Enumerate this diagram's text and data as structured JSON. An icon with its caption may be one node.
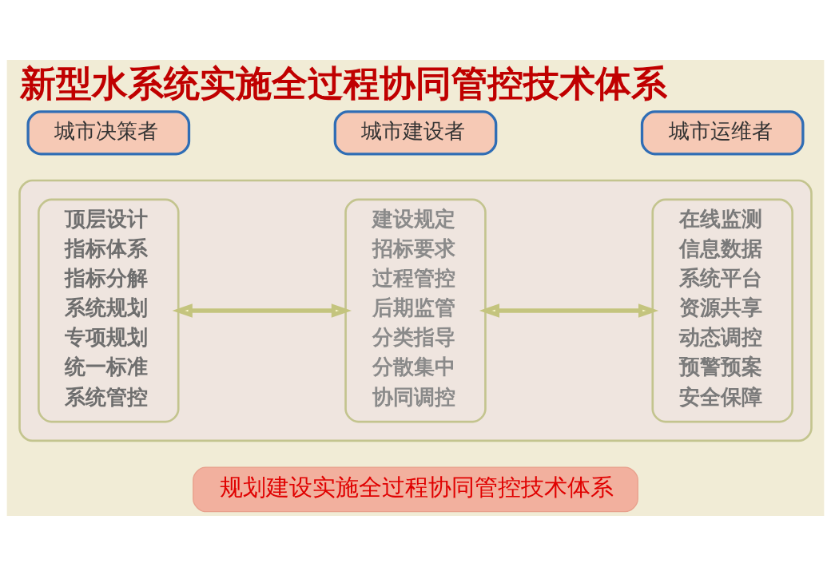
{
  "diagram": {
    "title": "新型水系统实施全过程协同管控技术体系",
    "nodes": [
      {
        "text": [
          "城市决策者"
        ]
      },
      {
        "text": [
          "城市建设者"
        ]
      },
      {
        "text": [
          "城市运维者"
        ]
      },
      {
        "text": [],
        "shape": "box"
      },
      {
        "text": [
          "顶层设计",
          "指标体系",
          "指标分解",
          "系统规划",
          "专项规划",
          "统一标准",
          "系统管控"
        ],
        "in": 3
      },
      {
        "text": [
          "建设规定",
          "招标要求",
          "过程管控",
          "后期监管",
          "分类指导",
          "分散集中",
          "协同调控"
        ],
        "in": 3
      },
      {
        "text": [
          "在线监测",
          "信息数据",
          "系统平台",
          "资源共享",
          "动态调控",
          "预警预案",
          "安全保障"
        ],
        "in": 3
      },
      {
        "text": [
          "规划建设实施全过程协同管控技术体系"
        ]
      }
    ],
    "edges": [
      {
        "from": 4,
        "to": 5,
        "arrow": "both"
      },
      {
        "from": 5,
        "to": 6,
        "arrow": "both"
      }
    ]
  }
}
